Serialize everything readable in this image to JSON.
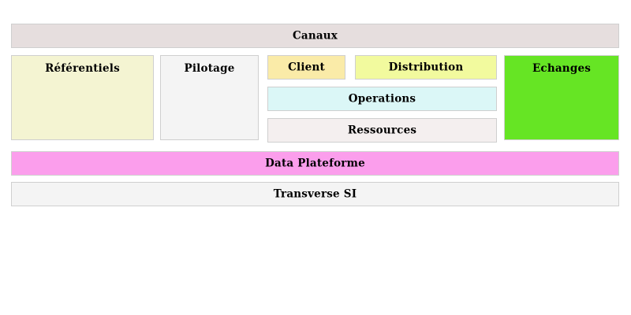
{
  "diagram": {
    "title_band": {
      "id": "canaux",
      "label": "Canaux",
      "color": "#E6DEDE"
    },
    "domains": [
      {
        "id": "referentiels",
        "label": "Référentiels",
        "color": "#F4F4D2"
      },
      {
        "id": "pilotage",
        "label": "Pilotage",
        "color": "#F4F4F4"
      },
      {
        "id": "client",
        "label": "Client",
        "color": "#FAEBA8"
      },
      {
        "id": "distribution",
        "label": "Distribution",
        "color": "#F2FA9E"
      },
      {
        "id": "operations",
        "label": "Operations",
        "color": "#DBF7F7"
      },
      {
        "id": "ressources",
        "label": "Ressources",
        "color": "#F4EFEF"
      },
      {
        "id": "echanges",
        "label": "Echanges",
        "color": "#66E524"
      }
    ],
    "foundation_bands": [
      {
        "id": "data-plateforme",
        "label": "Data Plateforme",
        "color": "#FB9EEC"
      },
      {
        "id": "transverse-si",
        "label": "Transverse SI",
        "color": "#F4F4F4"
      }
    ]
  }
}
